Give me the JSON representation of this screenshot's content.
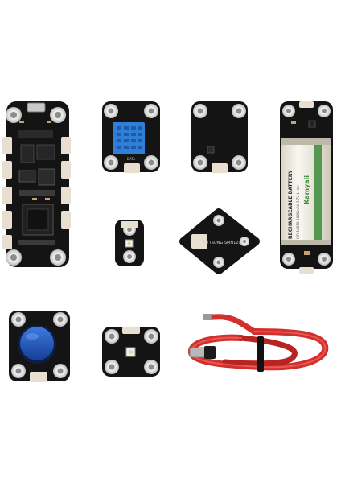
{
  "product_kit": {
    "dht11_label": "DATA",
    "battery_brand": "Kamyali",
    "battery_title": "RECHARGEABLE BATTERY",
    "battery_spec": "ICR 18650 1800mAh 3.7V Li-ion",
    "light_sensor_label": "HYTSUNG SMH120B",
    "colors": {
      "pcb": "#141414",
      "connector": "#e9dfd1",
      "button_cap": "#1b57c4",
      "dht_sensor": "#2f7fd9",
      "cable": "#d2302c",
      "battery_wrap": "#f2efe6",
      "battery_accent": "#3b8b3a"
    }
  }
}
